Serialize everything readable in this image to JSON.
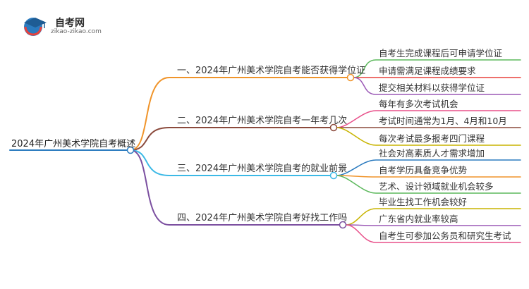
{
  "logo": {
    "name": "自考网",
    "url": "zikao-zikao.com"
  },
  "colors": {
    "root_line": "#2b7bbf",
    "branch1": "#f0942a",
    "branch2": "#8b4a3c",
    "branch3": "#3cb9e6",
    "branch4": "#7b4fa0",
    "leaf_green": "#5cb85c",
    "leaf_red": "#e8413c",
    "leaf_purple": "#9b59b6",
    "leaf_pink": "#e8508a",
    "leaf_brown": "#8b4a3c",
    "leaf_yellow": "#c8b400",
    "leaf_blue": "#2b7bbf",
    "leaf_orange": "#f0942a"
  },
  "mindmap": {
    "root": "2024年广州美术学院自考概述",
    "branches": [
      {
        "label": "一、2024年广州美术学院自考能否获得学位证",
        "leaves": [
          "自考生完成课程后可申请学位证",
          "申请需满足课程成绩要求",
          "提交相关材料以获得学位证"
        ]
      },
      {
        "label": "二、2024年广州美术学院自考一年考几次",
        "leaves": [
          "每年有多次考试机会",
          "考试时间通常为1月、4月和10月",
          "每次考试最多报考四门课程"
        ]
      },
      {
        "label": "三、2024年广州美术学院自考的就业前景",
        "leaves": [
          "社会对高素质人才需求增加",
          "自考学历具备竞争优势",
          "艺术、设计领域就业机会较多"
        ]
      },
      {
        "label": "四、2024年广州美术学院自考好找工作吗",
        "leaves": [
          "毕业生找工作机会较好",
          "广东省内就业率较高",
          "自考生可参加公务员和研究生考试"
        ]
      }
    ]
  }
}
